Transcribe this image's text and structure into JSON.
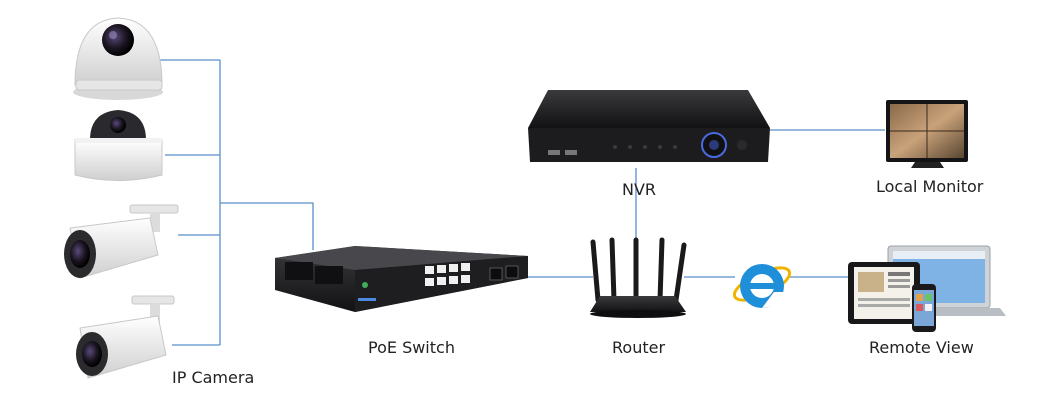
{
  "labels": {
    "nvr": "NVR",
    "local_monitor": "Local Monitor",
    "poe_switch": "PoE Switch",
    "router": "Router",
    "remote_view": "Remote View",
    "ip_camera": "IP Camera"
  },
  "colors": {
    "connector": "#5b8fc9",
    "device_dark": "#1c1c1e",
    "camera_white": "#eeeeee",
    "port_green": "#3fae5a",
    "ie_blue": "#1e8fd8"
  },
  "icons": [
    "dome-camera-icon",
    "bullet-camera-icon",
    "poe-switch-icon",
    "router-icon",
    "nvr-icon",
    "monitor-icon",
    "internet-explorer-icon",
    "laptop-icon",
    "tablet-icon",
    "phone-icon"
  ]
}
